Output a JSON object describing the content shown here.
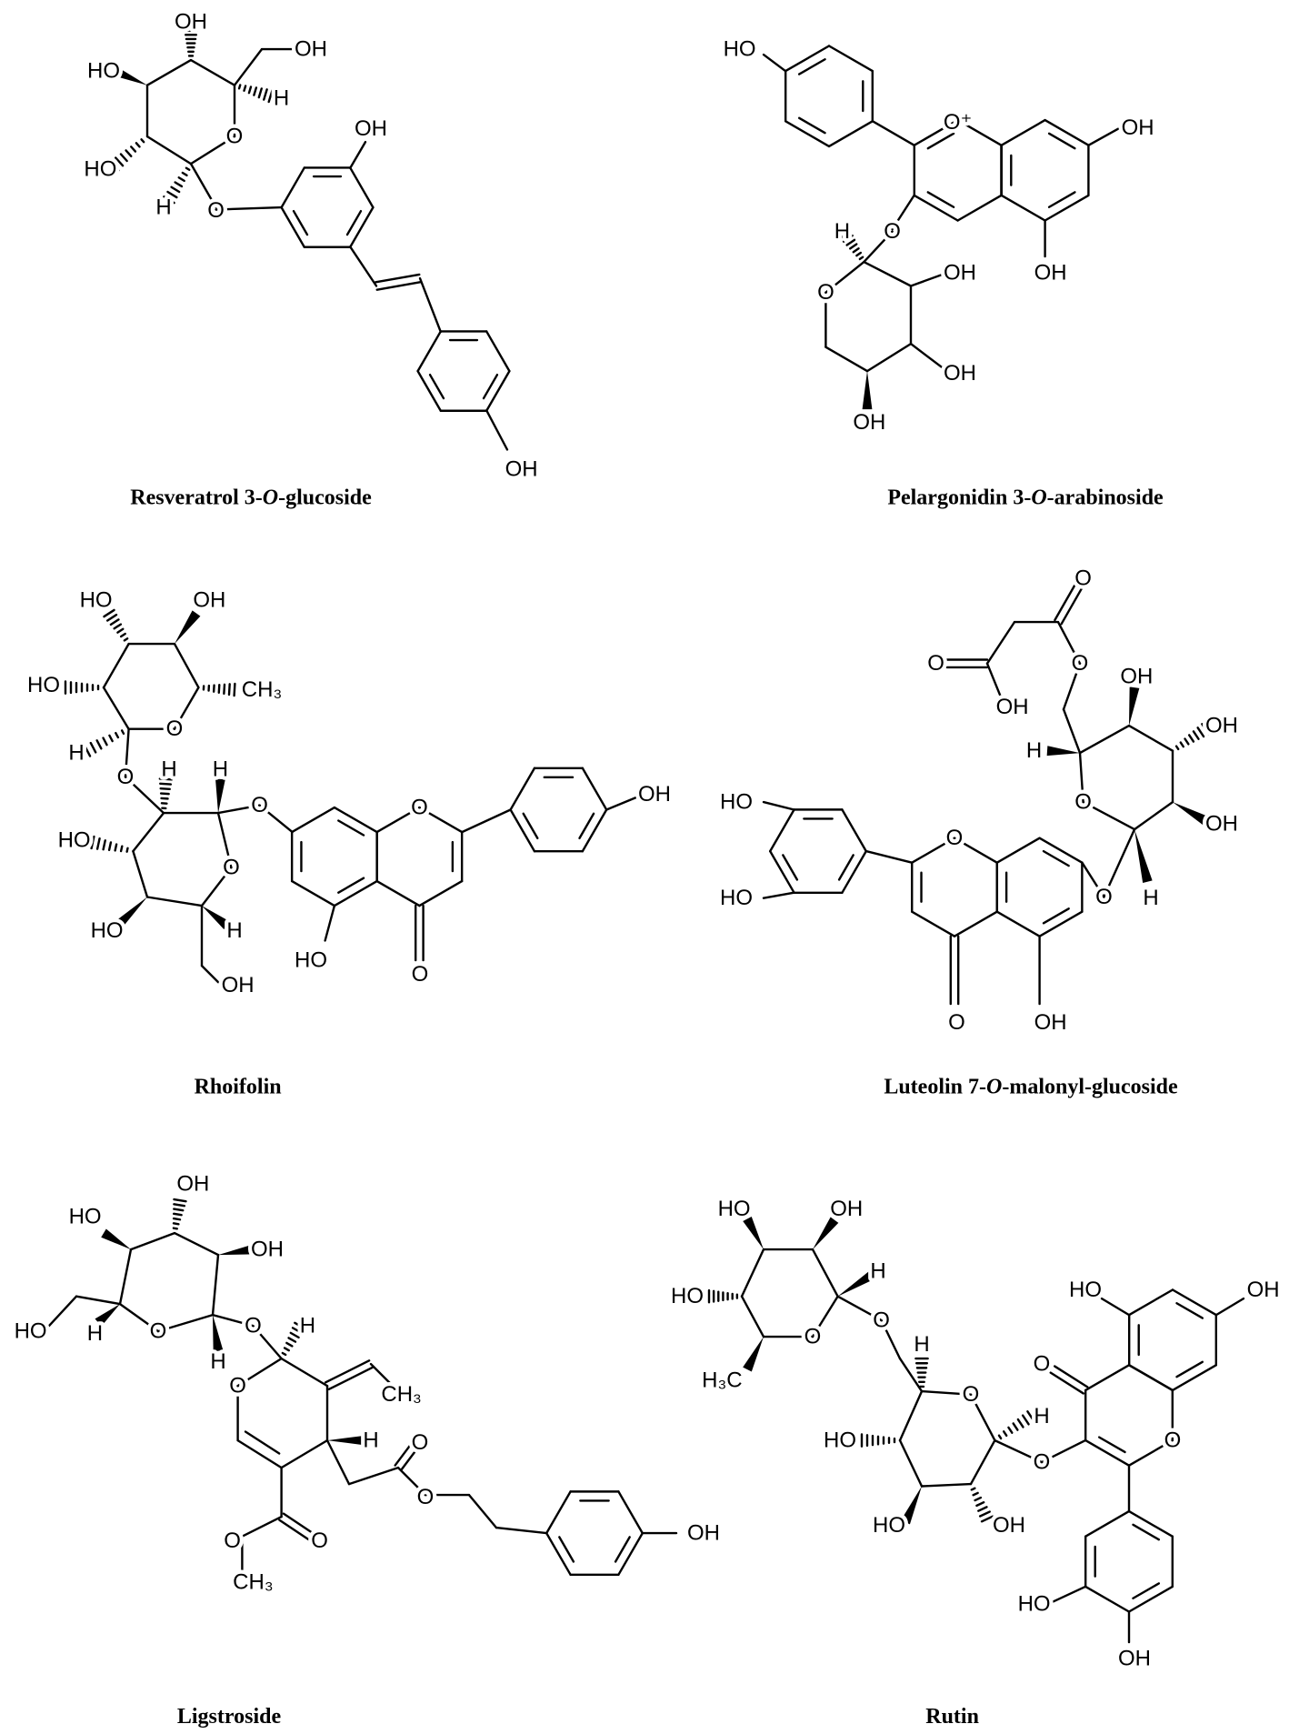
{
  "molecules": [
    {
      "name_parts": [
        "Resveratrol 3-",
        "O",
        "-glucoside"
      ],
      "atom_labels": [
        "OH",
        "HO",
        "HO",
        "H",
        "H",
        "OH",
        "O",
        "OH",
        "OH",
        "O"
      ]
    },
    {
      "name_parts": [
        "Pelargonidin 3-",
        "O",
        "-arabinoside"
      ],
      "atom_labels": [
        "HO",
        "O⁺",
        "OH",
        "OH",
        "O",
        "H",
        "OH",
        "OH",
        "OH",
        "O"
      ]
    },
    {
      "name_parts": [
        "Rhoifolin",
        "",
        ""
      ],
      "atom_labels": [
        "HO",
        "OH",
        "CH₃",
        "HO",
        "H",
        "O",
        "O",
        "H",
        "H",
        "O",
        "HO",
        "HO",
        "H",
        "OH",
        "O",
        "HO",
        "O",
        "O",
        "OH"
      ]
    },
    {
      "name_parts": [
        "Luteolin 7-",
        "O",
        "-malonyl-glucoside"
      ],
      "atom_labels": [
        "HO",
        "HO",
        "O",
        "O",
        "OH",
        "O",
        "H",
        "OH",
        "OH",
        "OH",
        "H",
        "O",
        "O",
        "O",
        "O",
        "OH"
      ]
    },
    {
      "name_parts": [
        "Ligstroside",
        "",
        ""
      ],
      "atom_labels": [
        "HO",
        "OH",
        "OH",
        "H",
        "O",
        "H",
        "HO",
        "O",
        "H",
        "O",
        "CH₃",
        "H",
        "O",
        "O",
        "CH₃",
        "O",
        "O",
        "OH"
      ]
    },
    {
      "name_parts": [
        "Rutin",
        "",
        ""
      ],
      "atom_labels": [
        "HO",
        "OH",
        "H",
        "O",
        "HO",
        "H₃C",
        "O",
        "H",
        "O",
        "H",
        "O",
        "OH",
        "HO",
        "HO",
        "O",
        "HO",
        "OH",
        "O",
        "HO",
        "OH"
      ]
    }
  ]
}
